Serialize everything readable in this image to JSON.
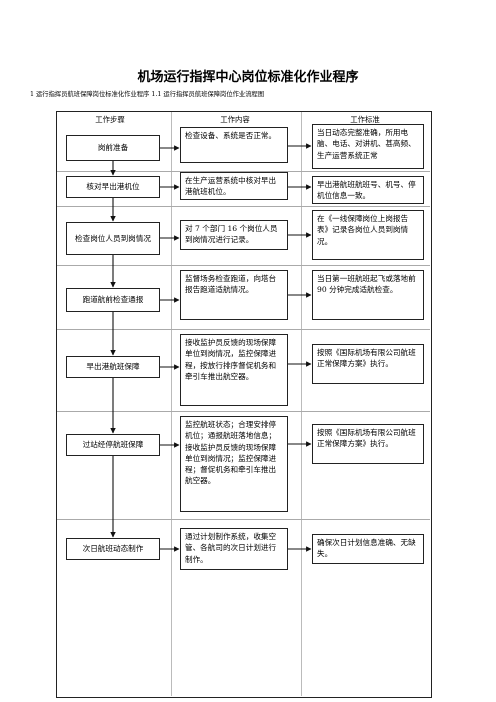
{
  "title": "机场运行指挥中心岗位标准化作业程序",
  "subtitle": "1 运行指挥员航班保障岗位标准化作业程序 1.1 运行指挥员航班保障岗位作业流程图",
  "headers": {
    "step": "工作步骤",
    "content": "工作内容",
    "standard": "工作标准"
  },
  "rows": [
    {
      "step": "岗前准备",
      "content": "检查设备、系统是否正常。",
      "standard": "当日动态完整准确，所用电脑、电话、对讲机、甚高频、生产运营系统正常"
    },
    {
      "step": "核对早出港机位",
      "content": "在生产运营系统中核对早出港航班机位。",
      "standard": "早出港航班航班号、机号、停机位信息一致。"
    },
    {
      "step": "检查岗位人员到岗情况",
      "content": "对 7 个部门 16 个岗位人员到岗情况进行记录。",
      "standard": "在《一线保障岗位上岗报告表》记录各岗位人员到岗情况。"
    },
    {
      "step": "跑道航前检查通报",
      "content": "监督场务检查跑道，向塔台报告跑道适航情况。",
      "standard": "当日第一班航班起飞或落地前 90 分钟完成适航检查。"
    },
    {
      "step": "早出港航班保障",
      "content": "接收监护员反馈的现场保障单位到岗情况，监控保障进程，按放行排序督促机务和牵引车推出航空器。",
      "standard": "按照《国际机场有限公司航班正常保障方案》执行。"
    },
    {
      "step": "过站经停航班保障",
      "content": "监控航班状态；合理安排停机位；通报航班落地信息；接收监护员反馈的现场保障单位到岗情况；监控保障进程；督促机务和牵引车推出航空器。",
      "standard": "按照《国际机场有限公司航班正常保障方案》执行。"
    },
    {
      "step": "次日航班动态制作",
      "content": "通过计划制作系统，收集空管、各航司的次日计划进行制作。",
      "standard": "确保次日计划信息准确、无缺失。"
    }
  ]
}
